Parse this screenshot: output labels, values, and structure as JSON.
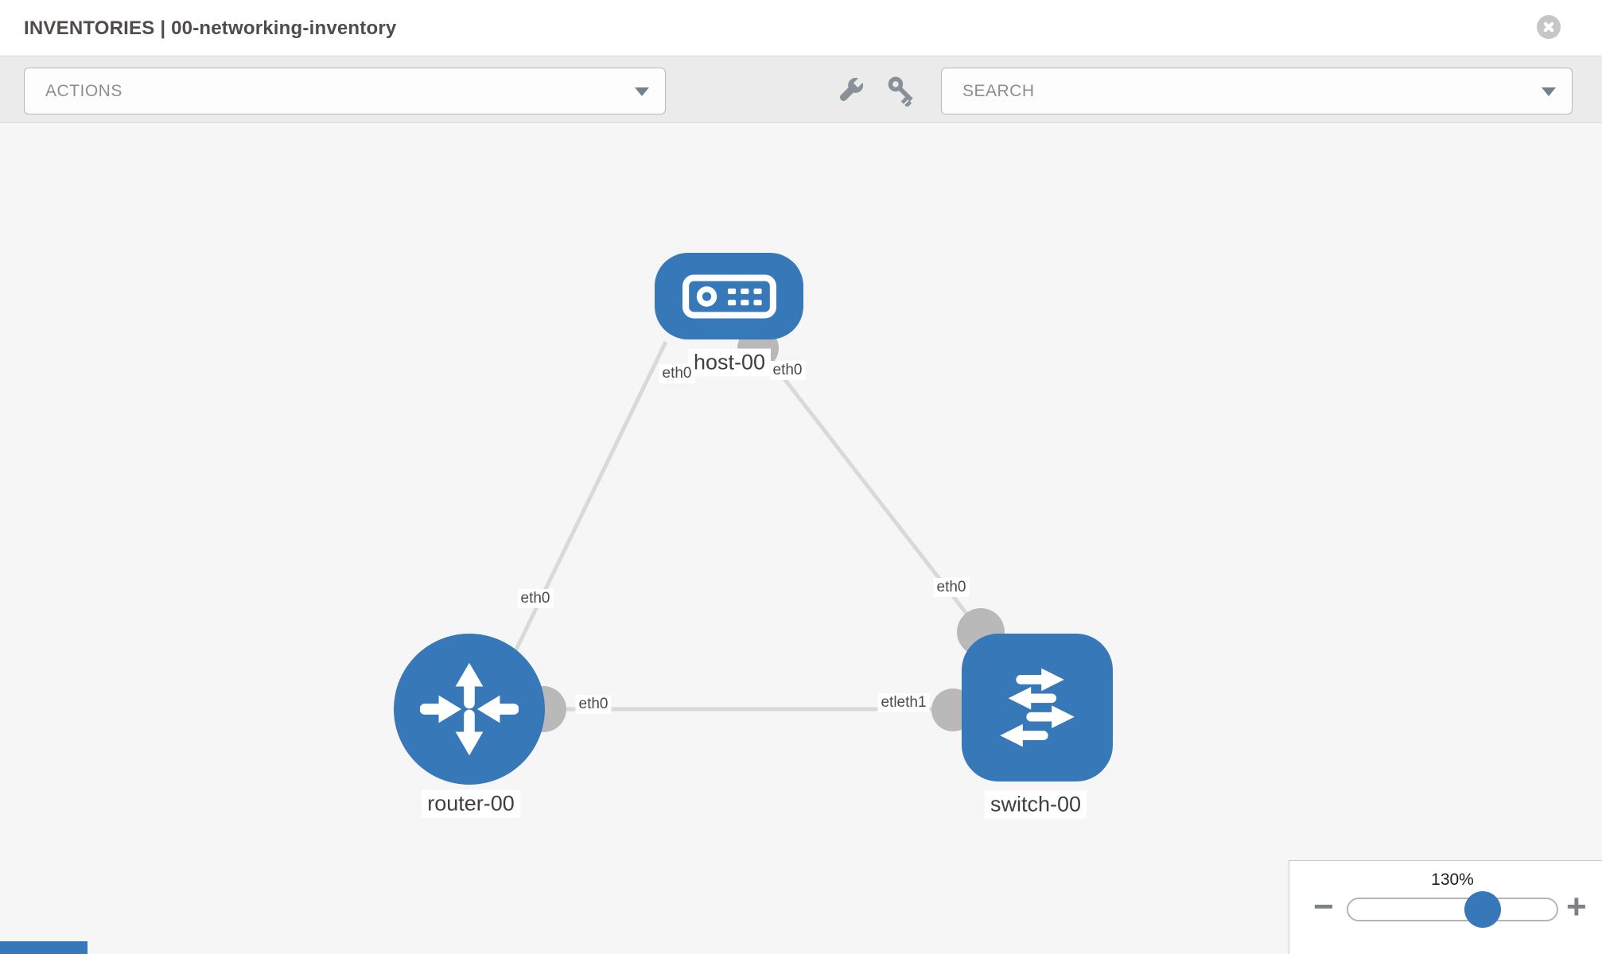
{
  "header": {
    "title": "INVENTORIES | 00-networking-inventory"
  },
  "toolbar": {
    "actions_label": "ACTIONS",
    "search_placeholder": "SEARCH"
  },
  "topology": {
    "nodes": [
      {
        "id": "host-00",
        "type": "host",
        "label": "host-00"
      },
      {
        "id": "router-00",
        "type": "router",
        "label": "router-00"
      },
      {
        "id": "switch-00",
        "type": "switch",
        "label": "switch-00"
      }
    ],
    "interfaces": [
      {
        "name": "host-left",
        "text": "eth0"
      },
      {
        "name": "host-right",
        "text": "eth0"
      },
      {
        "name": "router-uplink",
        "text": "eth0"
      },
      {
        "name": "switch-uplink",
        "text": "eth0"
      },
      {
        "name": "router-east",
        "text": "eth0"
      },
      {
        "name": "switch-west",
        "text": "etleth1"
      }
    ],
    "links": [
      {
        "from": "host-00",
        "to": "router-00"
      },
      {
        "from": "host-00",
        "to": "switch-00"
      },
      {
        "from": "router-00",
        "to": "switch-00"
      }
    ]
  },
  "zoom_control": {
    "level": "130%",
    "minus": "−",
    "plus": "+"
  },
  "colors": {
    "node_blue": "#3678b8",
    "link_gray": "#d9d9d9",
    "port_gray": "#b9b9b9",
    "toolbar_gray": "#ebebeb"
  }
}
